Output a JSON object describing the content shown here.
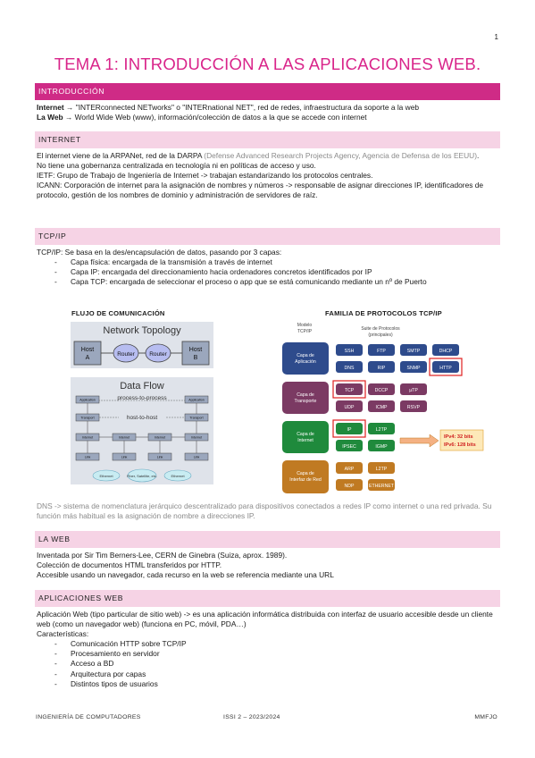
{
  "page_number": "1",
  "title": {
    "tema": "TEMA 1",
    "rest": ": INTRODUCCIÓN A LAS APLICACIONES WEB."
  },
  "introduccion": {
    "header": "INTRODUCCIÓN",
    "line1_term": "Internet",
    "line1_text": " → \"INTERconnected NETworks\" o \"INTERnational NET\", red de redes, infraestructura da soporte a la web",
    "line2_term": "La Web",
    "line2_text": " → World Wide Web (www), información/colección de datos a la que se accede con internet"
  },
  "internet": {
    "header": "INTERNET",
    "p1": "El internet viene de la ARPANet, red de la DARPA",
    "p1_grey": " (Defense Advanced Research Projects Agency, Agencia de Defensa de los EEUU)",
    "p1_end": ".",
    "p2": "No tiene una gobernanza centralizada en tecnología ni en políticas de acceso y uso.",
    "p3": "IETF: Grupo de Trabajo de Ingeniería de Internet -> trabajan estandarizando los protocolos centrales.",
    "p4": "ICANN: Corporación de internet para la asignación de nombres y números -> responsable de asignar direcciones IP, identificadores de protocolo, gestión de los nombres de dominio y administración de servidores de raíz."
  },
  "tcpip": {
    "header": "TCP/IP",
    "intro": "TCP/IP: Se basa en la des/encapsulación de datos, pasando por 3 capas:",
    "items": [
      "Capa física: encargada de la transmisión a través de internet",
      "Capa IP: encargada del direccionamiento hacia ordenadores concretos identificados por IP",
      "Capa TCP: encargada de seleccionar el proceso o app que se está comunicando mediante un nº de Puerto"
    ],
    "fig_left_title": "FLUJO DE COMUNICACIÓN",
    "fig_right_title": "FAMILIA DE PROTOCOLOS TCP/IP",
    "network": {
      "title": "Network Topology",
      "host_a": "Host",
      "host_a2": "A",
      "router": "Router",
      "host_b": "Host",
      "host_b2": "B",
      "dataflow": "Data Flow",
      "p2p": "process-to-process",
      "h2h": "host-to-host",
      "application": "Application",
      "transport": "Transport",
      "internet": "Internet",
      "link": "Link",
      "ethernet": "Ethernet",
      "fiber": "Fiber, Satellite, etc."
    },
    "protocols": {
      "modelo": "Modelo",
      "modelo2": "TCP/IP",
      "suite": "Suite de Protocolos",
      "suite2": "(principales)",
      "app_layer": "Capa de",
      "app_layer2": "Aplicación",
      "transport_layer": "Capa de",
      "transport_layer2": "Transporte",
      "internet_layer": "Capa de",
      "internet_layer2": "Internet",
      "link_layer": "Capa de",
      "link_layer2": "Interfaz de Red",
      "ssh": "SSH",
      "ftp": "FTP",
      "smtp": "SMTP",
      "dhcp": "DHCP",
      "dns": "DNS",
      "rip": "RIP",
      "snmp": "SNMP",
      "http": "HTTP",
      "tcp": "TCP",
      "dccp": "DCCP",
      "utp": "µTP",
      "udp": "UDP",
      "icmp": "ICMP",
      "rsvp": "RSVP",
      "ip": "IP",
      "l2tp": "L2TP",
      "ipsec": "IPSEC",
      "igmp": "IGMP",
      "ipv4": "IPv4: 32 bits",
      "ipv6": "IPv6: 128 bits",
      "arp": "ARP",
      "l2tp2": "L2TP",
      "ndp": "NDP",
      "ethernet": "ETHERNET"
    },
    "dns_note": "DNS -> sistema de nomenclatura jerárquico descentralizado para dispositivos conectados a redes IP como internet o una red privada. Su función más habitual es la asignación de nombre a direcciones IP."
  },
  "laweb": {
    "header": "LA WEB",
    "p1": "Inventada por Sir Tim Berners-Lee, CERN de Ginebra (Suiza, aprox. 1989).",
    "p2": "Colección de documentos HTML transferidos por HTTP.",
    "p3": "Accesible usando un navegador, cada recurso en la web se referencia mediante una URL"
  },
  "apps": {
    "header": "APLICACIONES WEB",
    "p1": "Aplicación Web (tipo particular de sitio web) -> es una aplicación informática distribuida con interfaz de usuario accesible desde un cliente web (como un navegador web) (funciona en PC, móvil, PDA…)",
    "p2": "Características:",
    "items": [
      "Comunicación HTTP sobre TCP/IP",
      "Procesamiento en servidor",
      "Acceso a BD",
      "Arquitectura por capas",
      "Distintos tipos de usuarios"
    ]
  },
  "footer": {
    "left": "INGENIERÍA DE COMPUTADORES",
    "center": "ISSI 2 – 2023/2024",
    "right": "MMFJO"
  },
  "colors": {
    "accent": "#d9248a",
    "band_magenta": "#cf2b86",
    "band_pink": "#f6d3e5"
  }
}
